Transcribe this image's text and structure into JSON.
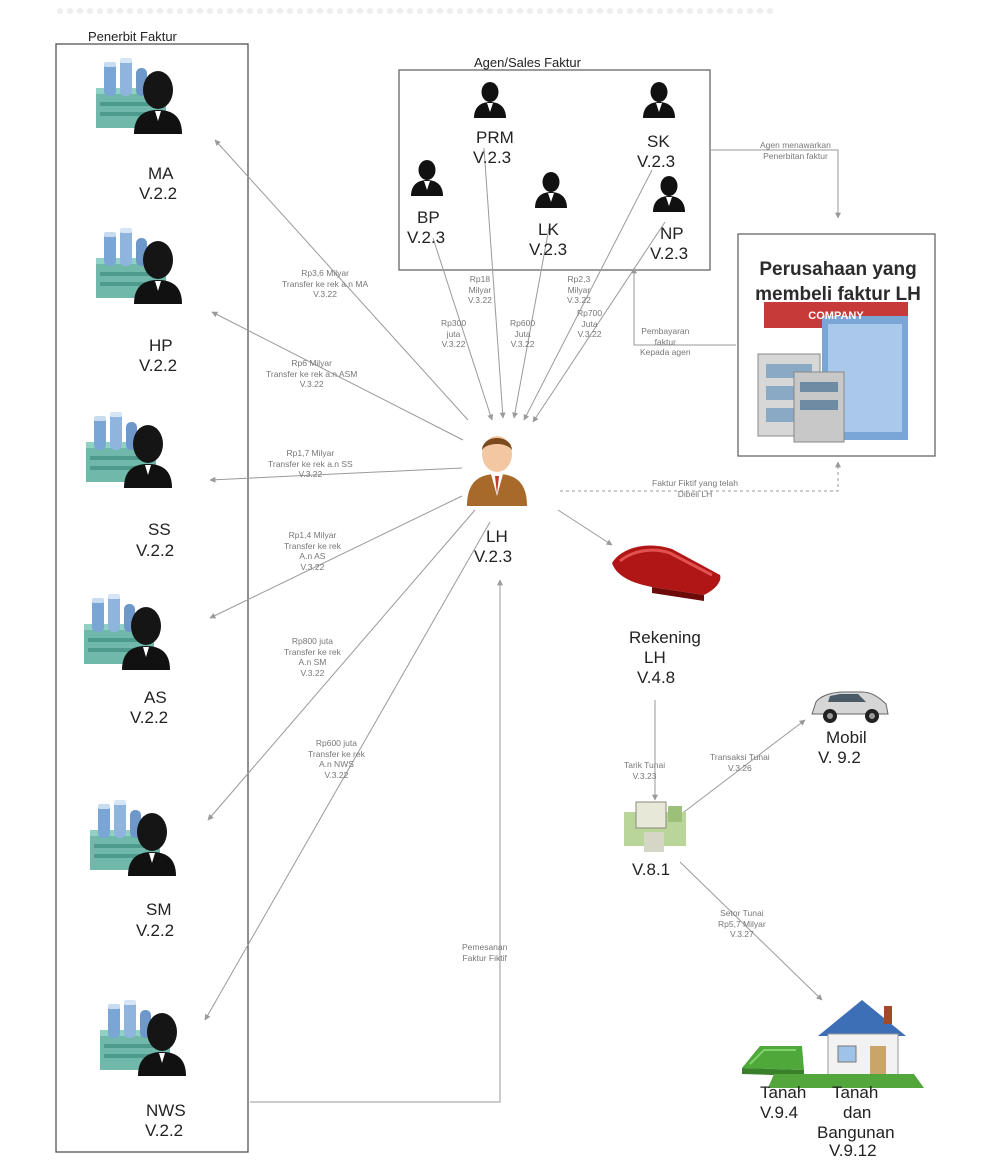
{
  "issuers": {
    "title": "Penerbit Faktur",
    "items": [
      {
        "name": "MA",
        "code": "V.2.2"
      },
      {
        "name": "HP",
        "code": "V.2.2"
      },
      {
        "name": "SS",
        "code": "V.2.2"
      },
      {
        "name": "AS",
        "code": "V.2.2"
      },
      {
        "name": "SM",
        "code": "V.2.2"
      },
      {
        "name": "NWS",
        "code": "V.2.2"
      }
    ]
  },
  "agents": {
    "title": "Agen/Sales Faktur",
    "items": [
      {
        "name": "PRM",
        "code": "V.2.3"
      },
      {
        "name": "SK",
        "code": "V.2.3"
      },
      {
        "name": "BP",
        "code": "V.2.3"
      },
      {
        "name": "LK",
        "code": "V.2.3"
      },
      {
        "name": "NP",
        "code": "V.2.3"
      }
    ]
  },
  "center": {
    "name": "LH",
    "code": "V.2.3"
  },
  "company": {
    "title": "Perusahaan yang membeli faktur LH",
    "sign": "COMPANY"
  },
  "account": {
    "line1": "Rekening",
    "line2": "LH",
    "code": "V.4.8"
  },
  "v81": {
    "code": "V.8.1"
  },
  "assets": {
    "car": {
      "name": "Mobil",
      "code": "V. 9.2"
    },
    "land": {
      "name": "Tanah",
      "code": "V.9.4"
    },
    "landbuilding": {
      "l1": "Tanah",
      "l2": "dan",
      "l3": "Bangunan",
      "code": "V.9.12"
    }
  },
  "flows": {
    "ma": {
      "l1": "Rp3,6 Milyar",
      "l2": "Transfer ke rek a.n MA",
      "l3": "V.3.22"
    },
    "hp": {
      "l1": "Rp6 Milyar",
      "l2": "Transfer ke rek a.n ASM",
      "l3": "V.3.22"
    },
    "ss": {
      "l1": "Rp1,7 Milyar",
      "l2": "Transfer ke rek a.n SS",
      "l3": "V.3.22"
    },
    "as": {
      "l1": "Rp1,4 Milyar",
      "l2": "Transfer ke rek",
      "l3": "A.n AS",
      "l4": "V.3.22"
    },
    "sm": {
      "l1": "Rp800 juta",
      "l2": "Transfer ke rek",
      "l3": "A.n SM",
      "l4": "V.3.22"
    },
    "nws": {
      "l1": "Rp600 juta",
      "l2": "Transfer ke rek",
      "l3": "A.n NWS",
      "l4": "V.3.22"
    },
    "prm": {
      "l1": "Rp18",
      "l2": "Milyar",
      "l3": "V.3.22"
    },
    "bp": {
      "l1": "Rp300",
      "l2": "juta",
      "l3": "V.3.22"
    },
    "lk": {
      "l1": "Rp600",
      "l2": "Juta",
      "l3": "V.3.22"
    },
    "sk": {
      "l1": "Rp2,3",
      "l2": "Milyar",
      "l3": "V.3.22"
    },
    "np": {
      "l1": "Rp700",
      "l2": "Juta",
      "l3": "V.3.22"
    },
    "offer": {
      "l1": "Agen menawarkan",
      "l2": "Penerbitan faktur"
    },
    "payment": {
      "l1": "Pembayaran",
      "l2": "faktur",
      "l3": "Kepada agen"
    },
    "fictive": {
      "l1": "Faktur Fiktif yang telah",
      "l2": "Dibeli LH"
    },
    "order": {
      "l1": "Pemesanan",
      "l2": "Faktur Fiktif"
    },
    "withdraw": {
      "l1": "Tarik Tunai",
      "l2": "V.3.23"
    },
    "carpay": {
      "l1": "Transaksi Tunai",
      "l2": "V.3.26"
    },
    "deposit": {
      "l1": "Setor Tunai",
      "l2": "Rp5,7 Milyar",
      "l3": "V.3.27"
    }
  },
  "colors": {
    "line": "#9a9a9a",
    "person": "#111111",
    "lh_suit": "#a86a2b",
    "account_red": "#b01616",
    "factory_teal": "#6fb8aa",
    "factory_blue": "#7aa6d6"
  }
}
